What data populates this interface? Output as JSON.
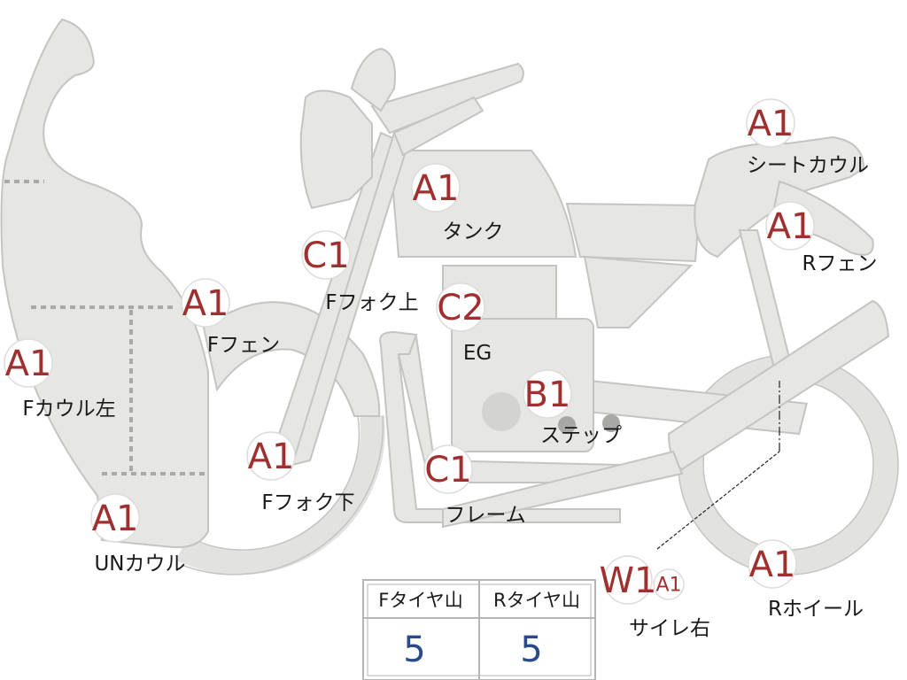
{
  "colors": {
    "part_fill": "#e6e6e4",
    "part_stroke": "#c4c4c1",
    "badge_text": "#a0302f",
    "label_text": "#1a1a1a",
    "table_value": "#2b4a8c",
    "table_border": "#b5b5b5"
  },
  "parts": [
    {
      "id": "f-cowl-left",
      "grade": "A1",
      "label": "Fカウル左"
    },
    {
      "id": "un-cowl",
      "grade": "A1",
      "label": "UNカウル"
    },
    {
      "id": "f-fender",
      "grade": "A1",
      "label": "Fフェン"
    },
    {
      "id": "f-fork-upper",
      "grade": "C1",
      "label": "Fフォク上"
    },
    {
      "id": "f-fork-lower",
      "grade": "A1",
      "label": "Fフォク下"
    },
    {
      "id": "tank",
      "grade": "A1",
      "label": "タンク"
    },
    {
      "id": "engine",
      "grade": "C2",
      "label": "EG"
    },
    {
      "id": "step",
      "grade": "B1",
      "label": "ステップ"
    },
    {
      "id": "frame",
      "grade": "C1",
      "label": "フレーム"
    },
    {
      "id": "seat-cowl",
      "grade": "A1",
      "label": "シートカウル"
    },
    {
      "id": "r-fender",
      "grade": "A1",
      "label": "Rフェン"
    },
    {
      "id": "r-wheel",
      "grade": "A1",
      "label": "Rホイール"
    },
    {
      "id": "muffler-right",
      "grade": "W1",
      "grade2": "A1",
      "label": "サイレ右"
    }
  ],
  "tire_table": {
    "headers": [
      "Fタイヤ山",
      "Rタイヤ山"
    ],
    "values": [
      "5",
      "5"
    ]
  }
}
